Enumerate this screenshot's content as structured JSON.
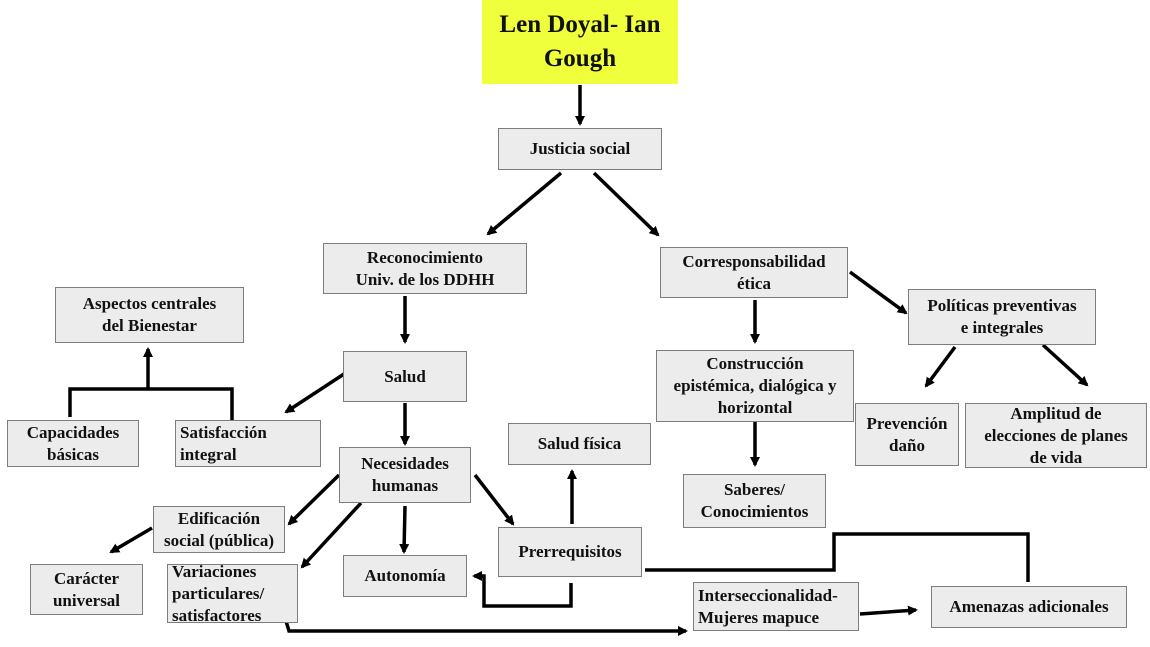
{
  "diagram": {
    "title": "Len Doyal- Ian\nGough",
    "colors": {
      "title_bg": "#f0ff3c",
      "node_bg": "#ececec",
      "node_border": "#7d7d7d",
      "edge": "#000000"
    },
    "nodes": {
      "justicia": "Justicia social",
      "reconocimiento": "Reconocimiento\nUniv. de los DDHH",
      "corresponsabilidad": "Corresponsabilidad\nética",
      "politicas": "Políticas preventivas\ne integrales",
      "aspectos": "Aspectos centrales\ndel Bienestar",
      "salud": "Salud",
      "construccion": "Construcción\nepistémica, dialógica y\nhorizontal",
      "prevencion": "Prevención\ndaño",
      "amplitud": "Amplitud de\nelecciones de planes\nde vida",
      "capacidades": "Capacidades\nbásicas",
      "satisfaccion": "Satisfacción\nintegral",
      "necesidades": "Necesidades\nhumanas",
      "salud_fisica": "Salud física",
      "saberes": "Saberes/\nConocimientos",
      "edificacion": "Edificación\nsocial (pública)",
      "caracter": "Carácter\nuniversal",
      "variaciones": "Variaciones\nparticulares/\nsatisfactores",
      "autonomia": "Autonomía",
      "prerrequisitos": "Prerrequisitos",
      "interseccionalidad": "Interseccionalidad-\nMujeres mapuce",
      "amenazas": "Amenazas adicionales"
    },
    "edges": [
      [
        "title",
        "justicia"
      ],
      [
        "justicia",
        "reconocimiento"
      ],
      [
        "justicia",
        "corresponsabilidad"
      ],
      [
        "reconocimiento",
        "salud"
      ],
      [
        "corresponsabilidad",
        "construccion"
      ],
      [
        "corresponsabilidad",
        "politicas"
      ],
      [
        "politicas",
        "prevencion"
      ],
      [
        "politicas",
        "amplitud"
      ],
      [
        "construccion",
        "saberes"
      ],
      [
        "salud",
        "satisfaccion"
      ],
      [
        "salud",
        "necesidades"
      ],
      [
        "capacidades",
        "aspectos"
      ],
      [
        "satisfaccion",
        "aspectos"
      ],
      [
        "necesidades",
        "edificacion"
      ],
      [
        "necesidades",
        "variaciones"
      ],
      [
        "necesidades",
        "autonomia"
      ],
      [
        "necesidades",
        "prerrequisitos"
      ],
      [
        "edificacion",
        "caracter"
      ],
      [
        "prerrequisitos",
        "salud_fisica"
      ],
      [
        "prerrequisitos",
        "autonomia"
      ],
      [
        "prerrequisitos",
        "amenazas"
      ],
      [
        "variaciones",
        "interseccionalidad"
      ],
      [
        "interseccionalidad",
        "amenazas"
      ]
    ]
  }
}
